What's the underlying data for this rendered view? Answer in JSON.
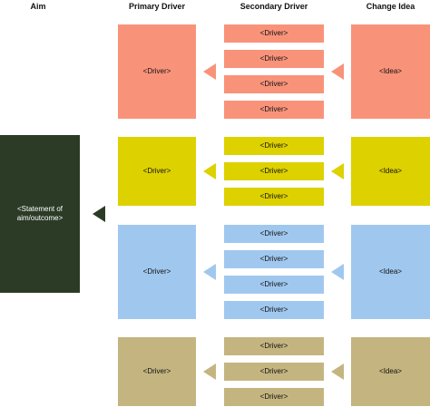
{
  "headers": {
    "aim": "Aim",
    "primary": "Primary Driver",
    "secondary": "Secondary Driver",
    "change": "Change Idea"
  },
  "aim": {
    "label": "<Statement of aim/outcome>",
    "color": "#2b3b26"
  },
  "groups": [
    {
      "color": "#f8937a",
      "primary": "<Driver>",
      "secondary": [
        "<Driver>",
        "<Driver>",
        "<Driver>",
        "<Driver>"
      ],
      "idea": "<Idea>"
    },
    {
      "color": "#ddd100",
      "primary": "<Driver>",
      "secondary": [
        "<Driver>",
        "<Driver>",
        "<Driver>"
      ],
      "idea": "<Idea>"
    },
    {
      "color": "#a0c8ef",
      "primary": "<Driver>",
      "secondary": [
        "<Driver>",
        "<Driver>",
        "<Driver>",
        "<Driver>"
      ],
      "idea": "<Idea>"
    },
    {
      "color": "#c4b580",
      "primary": "<Driver>",
      "secondary": [
        "<Driver>",
        "<Driver>",
        "<Driver>"
      ],
      "idea": "<Idea>"
    }
  ]
}
